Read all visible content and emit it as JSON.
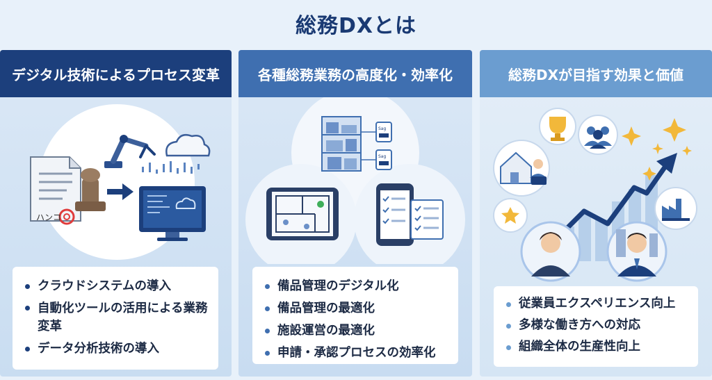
{
  "title": "総務DXとは",
  "panels": [
    {
      "heading": "デジタル技術によるプロセス変革",
      "stamp_text": "ハンコ",
      "items": [
        "クラウドシステムの導入",
        "自動化ツールの活用による業務変革",
        "データ分析技術の導入"
      ]
    },
    {
      "heading": "各種総務業務の高度化・効率化",
      "tag_text": "Sag",
      "items": [
        "備品管理のデジタル化",
        "備品管理の最適化",
        "施設運営の最適化",
        "申請・承認プロセスの効率化"
      ]
    },
    {
      "heading": "総務DXが目指す効果と価値",
      "items": [
        "従業員エクスペリエンス向上",
        "多様な働き方への対応",
        "組織全体の生産性向上"
      ]
    }
  ],
  "colors": {
    "navy": "#1c3f7c",
    "mid": "#3f6fb0",
    "light": "#6b9dd0",
    "gold": "#f2b83a"
  }
}
